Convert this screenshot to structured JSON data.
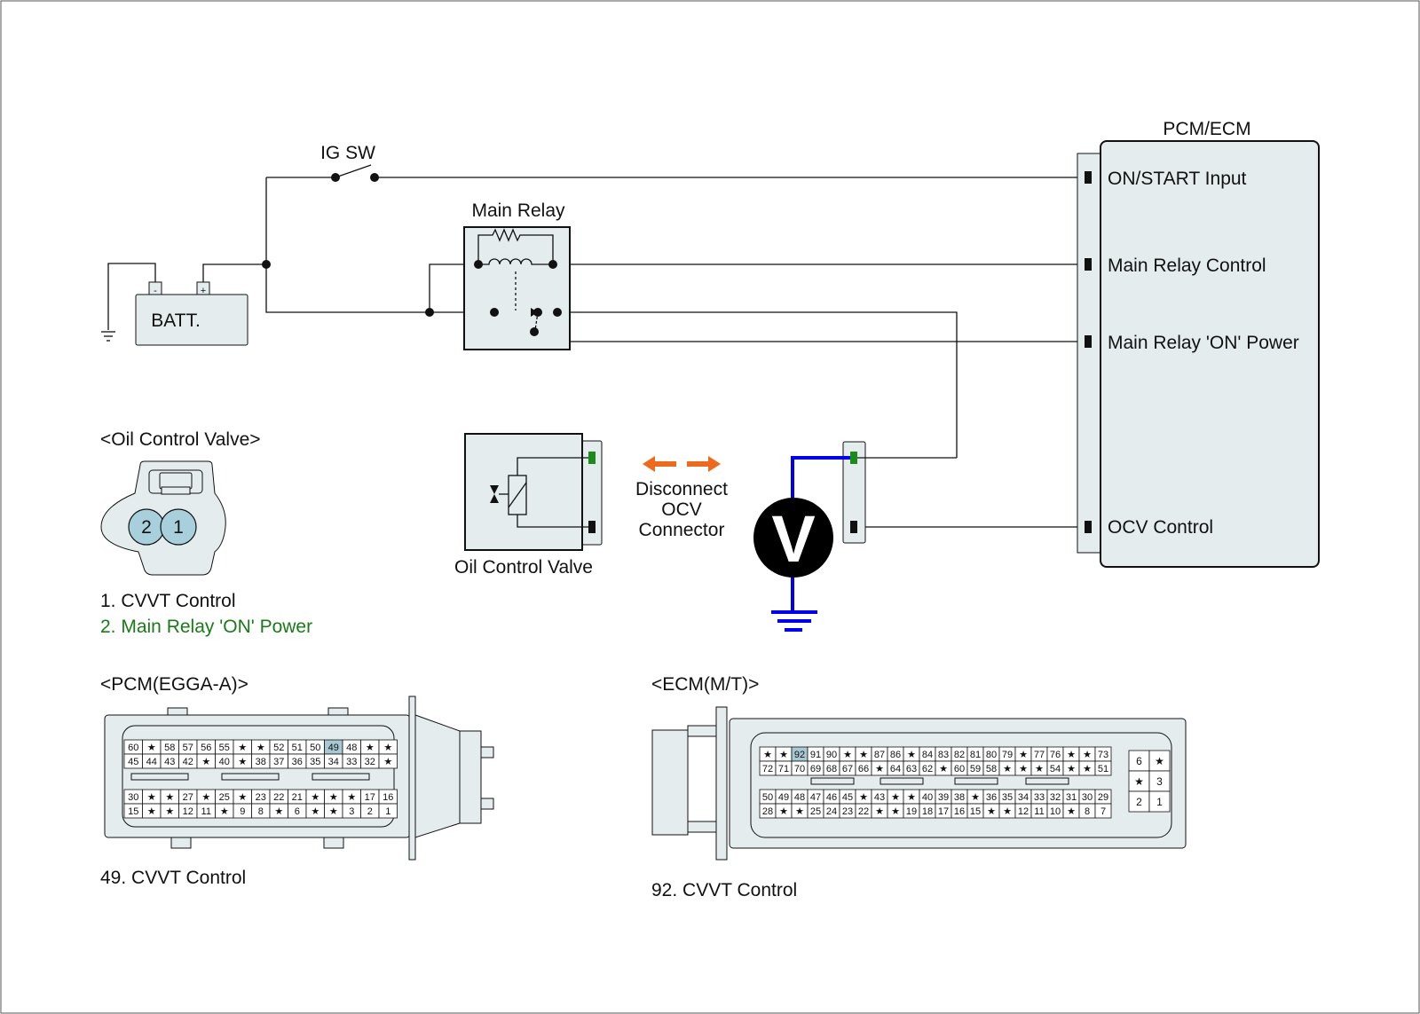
{
  "labels": {
    "ig_sw": "IG SW",
    "main_relay": "Main Relay",
    "batt": "BATT.",
    "batt_minus": "-",
    "batt_plus": "+",
    "pcm_ecm": "PCM/ECM",
    "on_start": "ON/START Input",
    "main_relay_control": "Main Relay Control",
    "main_relay_on_power": "Main Relay 'ON' Power",
    "ocv_control": "OCV Control",
    "oil_control_valve_title": "<Oil Control Valve>",
    "oil_control_valve": "Oil Control Valve",
    "disconnect_1": "Disconnect",
    "disconnect_2": "OCV",
    "disconnect_3": "Connector",
    "voltmeter": "V",
    "ocv_pin_2": "2",
    "ocv_pin_1": "1",
    "ocv_pin1_desc": "1. CVVT Control",
    "ocv_pin2_desc": "2. Main Relay 'ON' Power",
    "pcm_title": "<PCM(EGGA-A)>",
    "pcm_note": "49. CVVT Control",
    "ecm_title": "<ECM(M/T)>",
    "ecm_note": "92. CVVT Control"
  },
  "pcm_connector": {
    "top_rows": [
      [
        "60",
        "★",
        "58",
        "57",
        "56",
        "55",
        "★",
        "★",
        "52",
        "51",
        "50",
        "49",
        "48",
        "★",
        "★"
      ],
      [
        "45",
        "44",
        "43",
        "42",
        "★",
        "40",
        "★",
        "38",
        "37",
        "36",
        "35",
        "34",
        "33",
        "32",
        "★"
      ]
    ],
    "bottom_rows": [
      [
        "30",
        "★",
        "★",
        "27",
        "★",
        "25",
        "★",
        "23",
        "22",
        "21",
        "★",
        "★",
        "★",
        "17",
        "16"
      ],
      [
        "15",
        "★",
        "★",
        "12",
        "11",
        "★",
        "9",
        "8",
        "★",
        "6",
        "★",
        "★",
        "3",
        "2",
        "1"
      ]
    ],
    "highlight": "49"
  },
  "ecm_connector": {
    "top_rows": [
      [
        "★",
        "★",
        "92",
        "91",
        "90",
        "★",
        "★",
        "87",
        "86",
        "★",
        "84",
        "83",
        "82",
        "81",
        "80",
        "79",
        "★",
        "77",
        "76",
        "★",
        "★",
        "73"
      ],
      [
        "72",
        "71",
        "70",
        "69",
        "68",
        "67",
        "66",
        "★",
        "64",
        "63",
        "62",
        "★",
        "60",
        "59",
        "58",
        "★",
        "★",
        "★",
        "54",
        "★",
        "★",
        "51"
      ]
    ],
    "bottom_rows": [
      [
        "50",
        "49",
        "48",
        "47",
        "46",
        "45",
        "★",
        "43",
        "★",
        "★",
        "40",
        "39",
        "38",
        "★",
        "36",
        "35",
        "34",
        "33",
        "32",
        "31",
        "30",
        "29"
      ],
      [
        "28",
        "★",
        "★",
        "25",
        "24",
        "23",
        "22",
        "★",
        "★",
        "19",
        "18",
        "17",
        "16",
        "15",
        "★",
        "★",
        "12",
        "11",
        "10",
        "★",
        "8",
        "7"
      ]
    ],
    "side_rows": [
      [
        "6",
        "★"
      ],
      [
        "★",
        "3"
      ],
      [
        "2",
        "1"
      ]
    ],
    "highlight": "92"
  },
  "colors": {
    "panel_fill": "#e4ecee",
    "pin_highlight": "#a8c9d4",
    "ocv_pin_fill": "#a8d0dc",
    "measure_wire": "#0000ee",
    "ground_symbol": "#0000ee",
    "arrow": "#ee6a1e",
    "green_pin": "#1a8c1a",
    "green_text": "#1a7a1a"
  }
}
